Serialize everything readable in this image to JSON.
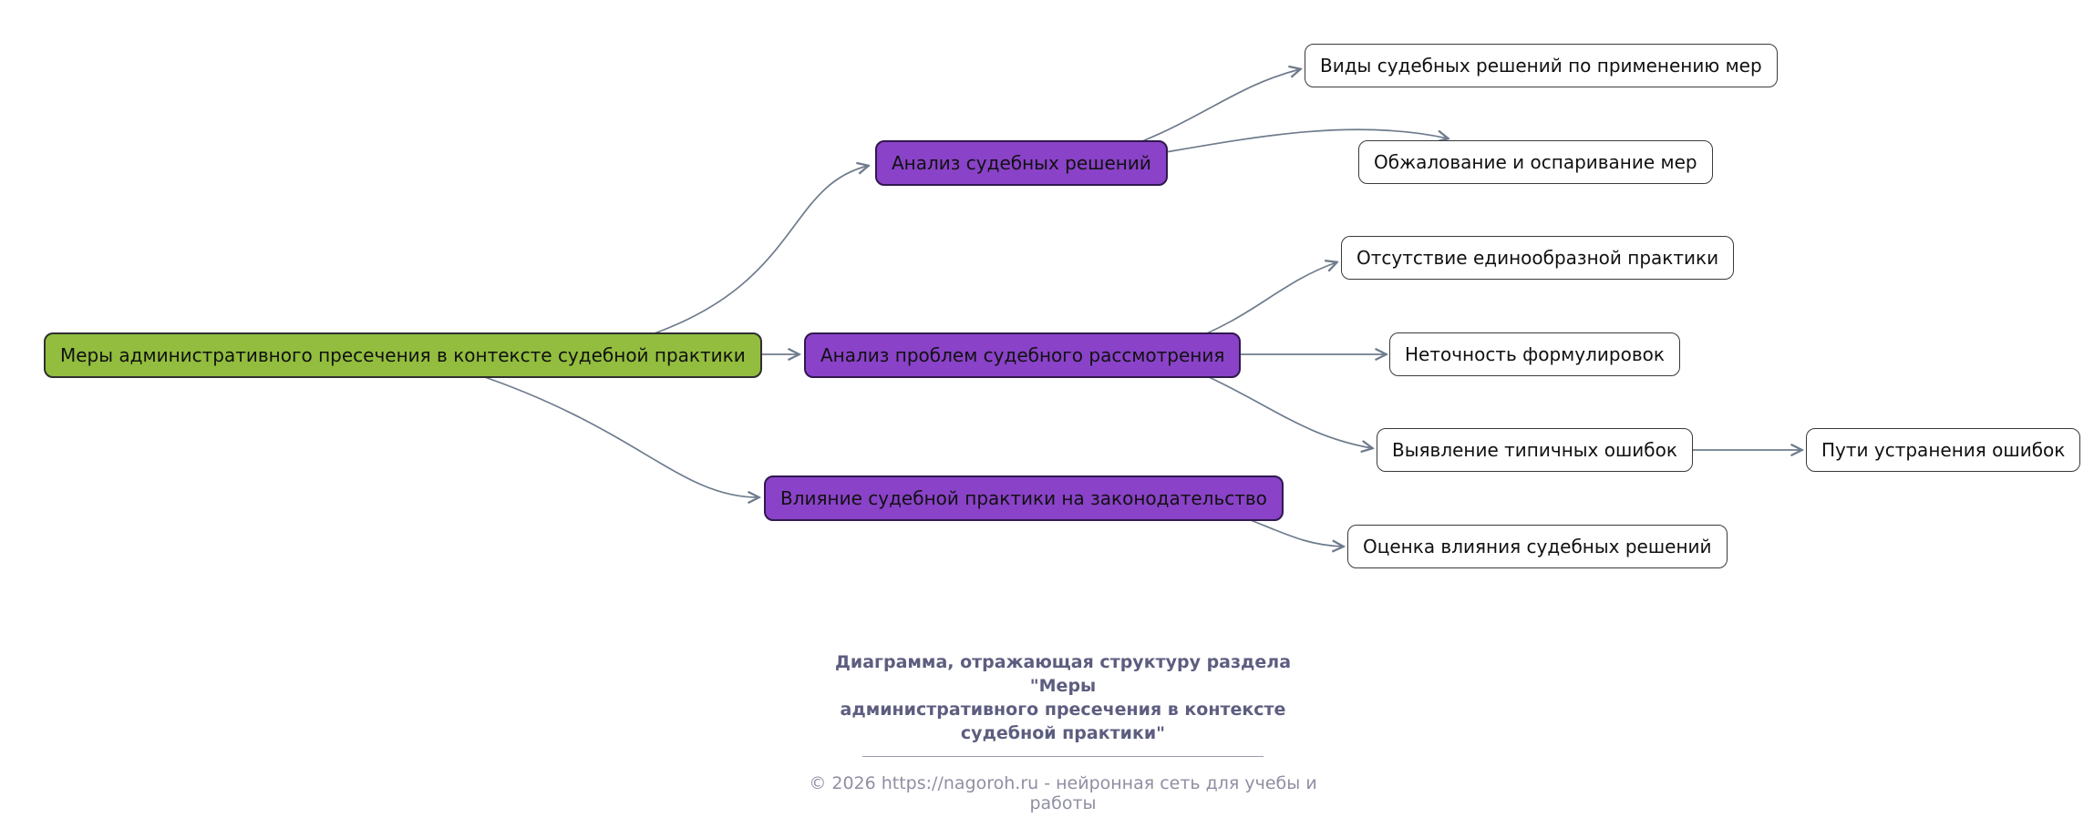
{
  "diagram": {
    "root": {
      "label": "Меры административного пресечения в контексте судебной практики"
    },
    "branches": [
      {
        "label": "Анализ судебных решений"
      },
      {
        "label": "Анализ проблем судебного рассмотрения"
      },
      {
        "label": "Влияние судебной практики на законодательство"
      }
    ],
    "leaves": [
      {
        "label": "Виды судебных решений по применению мер"
      },
      {
        "label": "Обжалование и оспаривание мер"
      },
      {
        "label": "Отсутствие единообразной практики"
      },
      {
        "label": "Неточность формулировок"
      },
      {
        "label": "Выявление типичных ошибок"
      },
      {
        "label": "Пути устранения ошибок"
      },
      {
        "label": "Оценка влияния судебных решений"
      }
    ],
    "colors": {
      "root_fill": "#92bd3e",
      "branch_fill": "#8a42c8",
      "leaf_fill": "#ffffff",
      "node_border": "#333333",
      "edge": "#6e7b8c",
      "caption_text": "#5d5d80",
      "footer_text": "#8f8fa3"
    }
  },
  "caption": {
    "lines": [
      "Диаграмма, отражающая структуру раздела \"Меры",
      "административного пресечения в контексте",
      "судебной практики\""
    ],
    "footer": "© 2026 https://nagoroh.ru - нейронная сеть для учебы и работы"
  }
}
